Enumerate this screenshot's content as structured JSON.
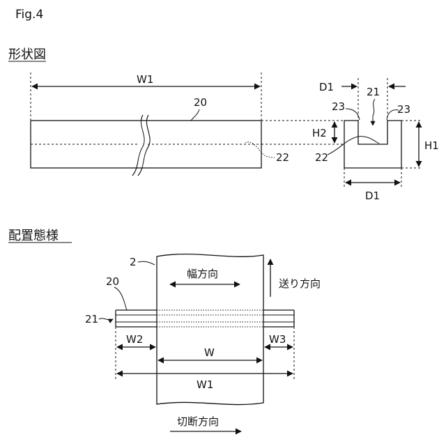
{
  "figure_label": "Fig.4",
  "shape_section": {
    "title": "形状図",
    "labels": {
      "w1": "W1",
      "ref20": "20",
      "ref22_side": "22",
      "d1_top": "D1",
      "ref21": "21",
      "ref23_left": "23",
      "ref23_right": "23",
      "h2": "H2",
      "h1": "H1",
      "ref22_cross": "22",
      "d1_bottom": "D1"
    }
  },
  "arrangement_section": {
    "title": "配置態様",
    "labels": {
      "ref2": "2",
      "ref20": "20",
      "ref21": "21",
      "width_direction": "幅方向",
      "feed_direction": "送り方向",
      "w2": "W2",
      "w": "W",
      "w3": "W3",
      "w1": "W1",
      "cut_direction": "切断方向"
    }
  }
}
